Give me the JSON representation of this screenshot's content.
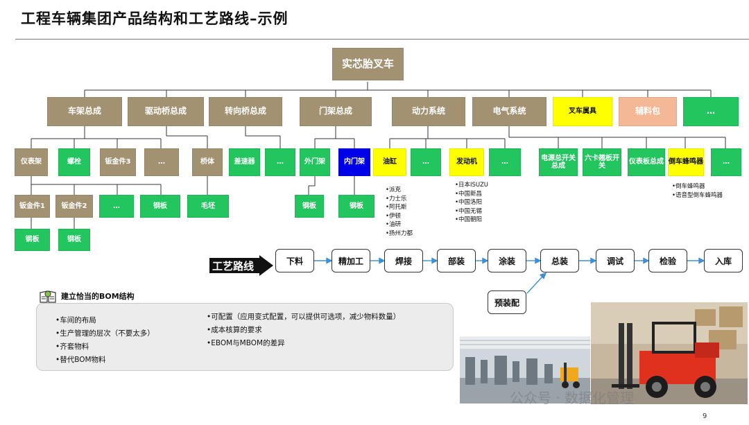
{
  "title": "工程车辆集团产品结构和工艺路线–示例",
  "tree": {
    "root": "实芯胎叉车",
    "level1": [
      "车架总成",
      "驱动桥总成",
      "转向桥总成",
      "门架总成",
      "动力系统",
      "电气系统",
      "叉车属具",
      "辅料包",
      "…"
    ],
    "level2": [
      "仪表架",
      "螺栓",
      "钣金件3",
      "…",
      "桥体",
      "差速器",
      "…",
      "外门架",
      "内门架",
      "油缸",
      "…",
      "发动机",
      "…",
      "电源总开关总成",
      "六卡翘板开关",
      "仪表板总成",
      "倒车蜂鸣器",
      "…"
    ],
    "level3": [
      "钣金件1",
      "钣金件2",
      "…",
      "钢板",
      "毛坯",
      "钢板",
      "钢板"
    ],
    "level4": [
      "钢板",
      "钢板"
    ]
  },
  "lists": {
    "cylinder_brands": [
      "•派克",
      "•力士乐",
      "•阿托斯",
      "•伊顿",
      "•油研",
      "•扬州力都"
    ],
    "engine_brands": [
      "•日本ISUZU",
      "•中国新昌",
      "•中国洛阳",
      "•中国无锡",
      "•中国朝阳"
    ],
    "buzzer_types": [
      "•倒车蜂鸣器",
      "•语音型倒车蜂鸣器"
    ]
  },
  "route": {
    "label": "工艺路线",
    "steps": [
      "下料",
      "精加工",
      "焊接",
      "部装",
      "涂装",
      "总装",
      "调试",
      "检验",
      "入库"
    ],
    "subassembly": "预装配"
  },
  "bom": {
    "heading": "建立恰当的BOM结构",
    "left": [
      "•车间的布局",
      "•生产管理的层次（不要太多）",
      "•齐套物料",
      "•替代BOM物料"
    ],
    "right": [
      "•可配置（应用变式配置，可以提供可选项，减少物料数量）",
      "•成本核算的要求",
      "•EBOM与MBOM的差异"
    ]
  },
  "watermark": "公众号 · 数据化管理",
  "page_number": "9",
  "colors": {
    "khaki": "#a39272",
    "green": "#22c55e",
    "yellow": "#ffff00",
    "blue": "#0000e8",
    "salmon": "#f5b896",
    "route_arrow": "#3a8fd6"
  },
  "icons": [
    "book-lightbulb-icon",
    "black-arrow-icon",
    "arrow-right-icon"
  ]
}
